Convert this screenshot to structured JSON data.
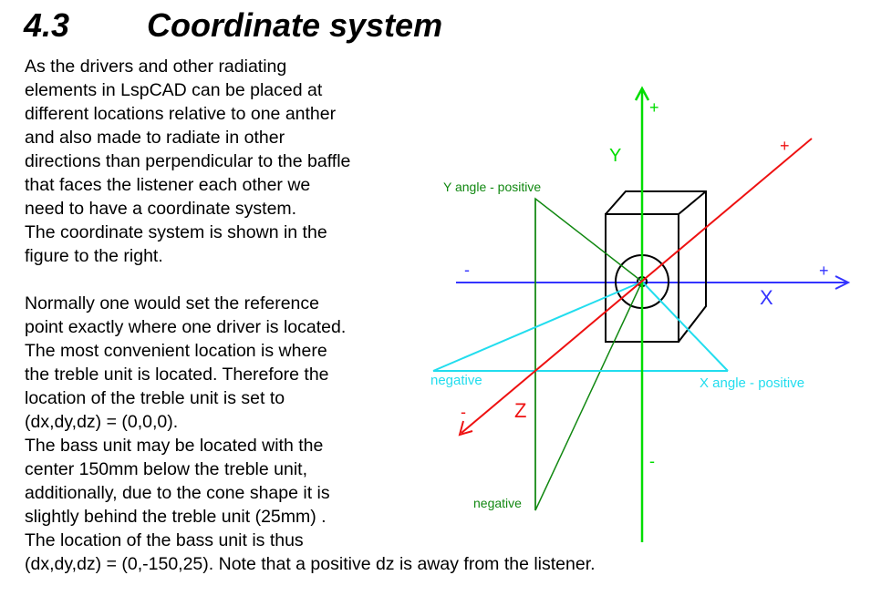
{
  "section": {
    "number": "4.3",
    "title": "Coordinate system"
  },
  "paragraph_1": [
    "As the drivers and other radiating",
    "elements in LspCAD can be placed at",
    "different locations relative to one anther",
    "and also made to radiate in other",
    "directions than perpendicular to the baffle",
    "that faces the listener each other we",
    "need to have a coordinate system.",
    "The coordinate system is shown in the",
    "figure to the right."
  ],
  "paragraph_2": [
    "Normally one would set the reference",
    "point exactly where one driver is located.",
    "The most convenient location is where",
    "the treble unit is located. Therefore the",
    "location of the treble unit is set to",
    "(dx,dy,dz) =  (0,0,0).",
    "The bass unit may be located with the",
    "center 150mm below the treble unit,",
    "additionally, due to the cone shape it is",
    "slightly behind the treble unit (25mm) .",
    "The location of the bass unit is thus",
    "(dx,dy,dz) = (0,-150,25). Note that a positive dz is away from the listener."
  ],
  "figure": {
    "y_axis_label": "Y",
    "x_axis_label": "X",
    "z_axis_label": "Z",
    "y_plus": "+",
    "y_minus": "-",
    "x_plus": "+",
    "x_minus": "-",
    "z_plus": "+",
    "z_minus": "-",
    "y_angle_positive": "Y angle - positive",
    "y_angle_negative": "negative",
    "x_angle_positive": "X angle - positive",
    "x_angle_negative": "negative",
    "colors": {
      "x_axis": "#3333ff",
      "y_axis": "#00dd00",
      "z_axis": "#ee1111",
      "y_angle": "#118811",
      "x_angle": "#22ddee",
      "box": "#000000"
    }
  }
}
